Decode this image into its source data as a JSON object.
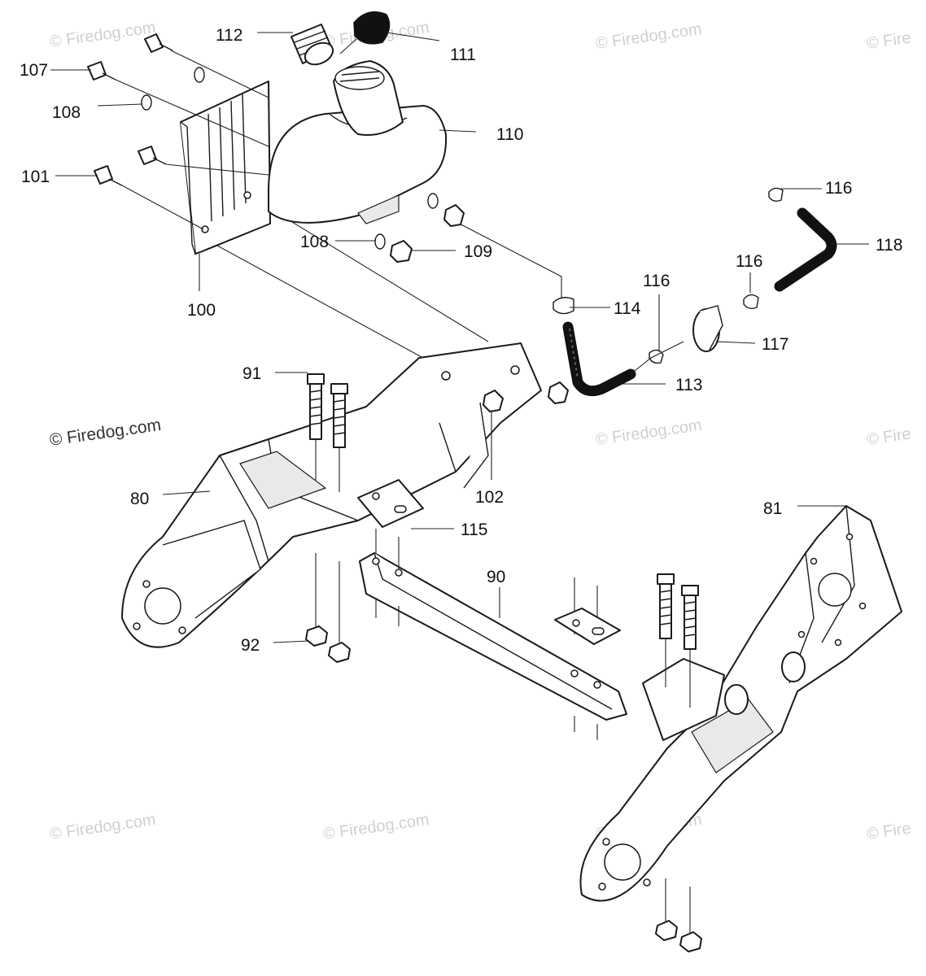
{
  "watermark": {
    "faint_text": "© Firedog.com",
    "faint_clipped": "© Fire",
    "strong_text": "© Firedog.com"
  },
  "callouts": {
    "c80": "80",
    "c81": "81",
    "c90": "90",
    "c91": "91",
    "c92": "92",
    "c100": "100",
    "c101": "101",
    "c102": "102",
    "c107": "107",
    "c108_top": "108",
    "c108_bottom": "108",
    "c109": "109",
    "c110": "110",
    "c111": "111",
    "c112": "112",
    "c113": "113",
    "c114": "114",
    "c115": "115",
    "c116_top": "116",
    "c116_mid": "116",
    "c116_low": "116",
    "c117": "117",
    "c118": "118"
  },
  "colors": {
    "line": "#1a1a1a",
    "hose": "#111111",
    "watermark": "#d0d0d0"
  }
}
